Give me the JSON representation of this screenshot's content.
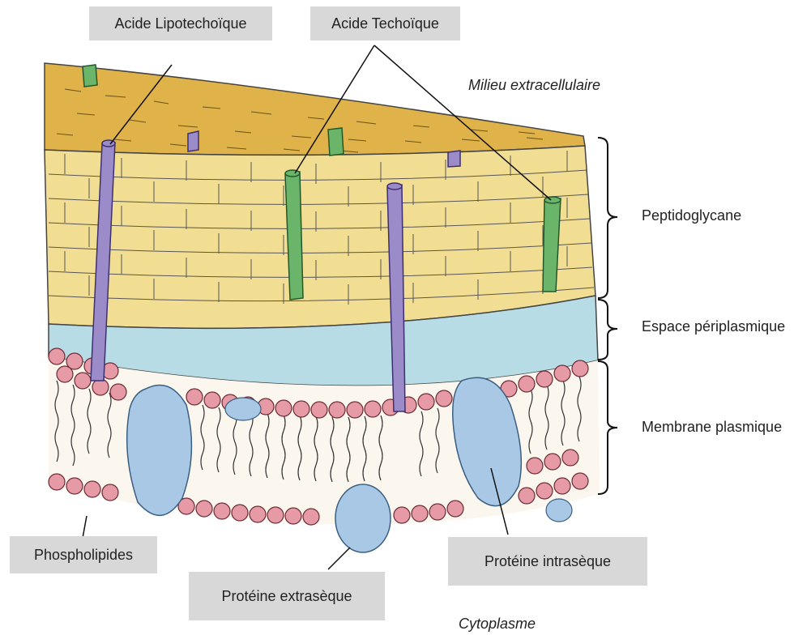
{
  "labels": {
    "lipoteichoic": "Acide Lipotechoïque",
    "teichoic": "Acide Techoïque",
    "extracellular": "Milieu extracellulaire",
    "peptidoglycan": "Peptidoglycane",
    "periplasmic": "Espace périplasmique",
    "membrane": "Membrane plasmique",
    "phospholipids": "Phospholipides",
    "extrinsic_protein": "Protéine extrasèque",
    "intrinsic_protein": "Protéine intrasèque",
    "cytoplasm": "Cytoplasme"
  },
  "colors": {
    "peptidoglycan_top": "#e0b54a",
    "peptidoglycan_body": "#f0dc92",
    "periplasm": "#b9dde6",
    "phospholipid_head": "#e59aa6",
    "protein": "#a9c8e6",
    "lipoteichoic_acid": "#9b8cc9",
    "teichoic_acid": "#6bb56a",
    "label_box": "#d8d8d8"
  }
}
